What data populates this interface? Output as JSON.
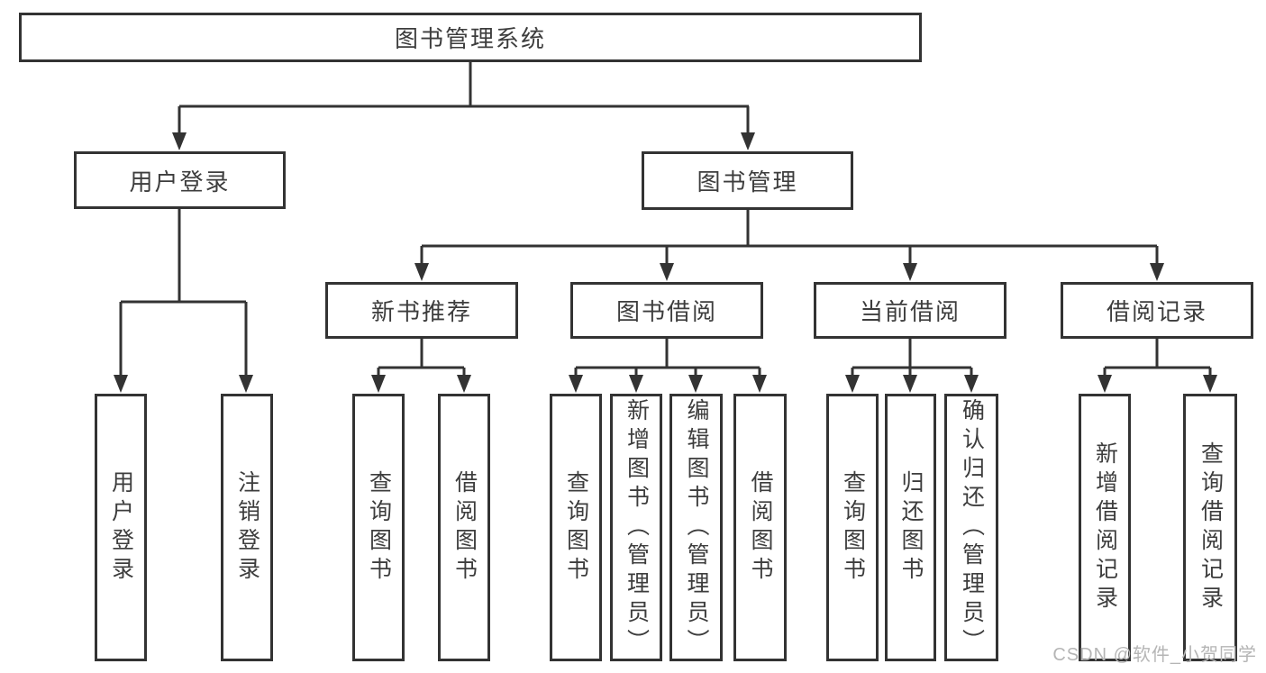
{
  "diagram": {
    "root": "图书管理系统",
    "branches": {
      "user_login": "用户登录",
      "book_mgmt": "图书管理"
    },
    "sections": {
      "new_book": "新书推荐",
      "borrow": "图书借阅",
      "current": "当前借阅",
      "records": "借阅记录"
    },
    "leaves": {
      "user_login_login": "用户登录",
      "user_login_logout": "注销登录",
      "new_book_query": "查询图书",
      "new_book_borrow": "借阅图书",
      "borrow_query": "查询图书",
      "borrow_add": "新增图书（管理员）",
      "borrow_edit": "编辑图书（管理员）",
      "borrow_borrow": "借阅图书",
      "current_query": "查询图书",
      "current_return": "归还图书",
      "current_confirm": "确认归还（管理员）",
      "records_add": "新增借阅记录",
      "records_query": "查询借阅记录"
    }
  },
  "watermark": "CSDN @软件_小贺同学",
  "colors": {
    "line": "#333333",
    "text": "#3d3d3d",
    "background": "#ffffff",
    "watermark": "#b5b5b5"
  }
}
